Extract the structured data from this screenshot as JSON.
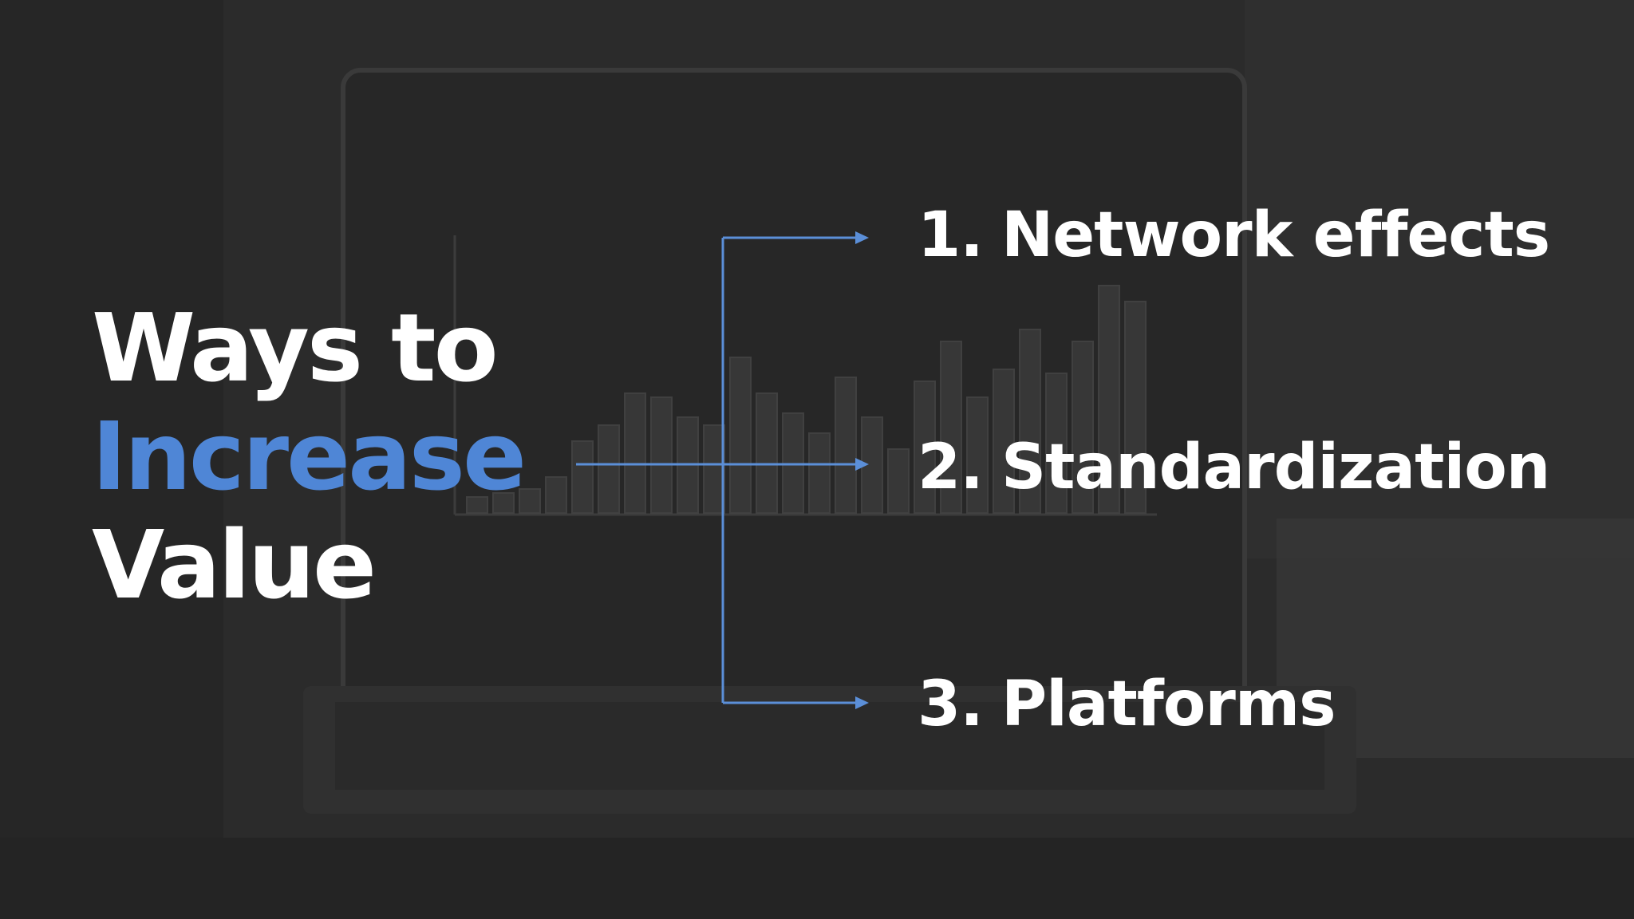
{
  "slide": {
    "title": {
      "line1": "Ways to",
      "line2": "Increase",
      "line3": "Value"
    },
    "items": [
      {
        "number": "1.",
        "label": "Network effects"
      },
      {
        "number": "2.",
        "label": "Standardization"
      },
      {
        "number": "3.",
        "label": "Platforms"
      }
    ]
  },
  "colors": {
    "accent": "#4f86d6",
    "connector": "#5b8fd8",
    "text": "#ffffff",
    "background": "#2b2b2b"
  },
  "icons": {
    "arrow": "arrow-right-icon"
  }
}
